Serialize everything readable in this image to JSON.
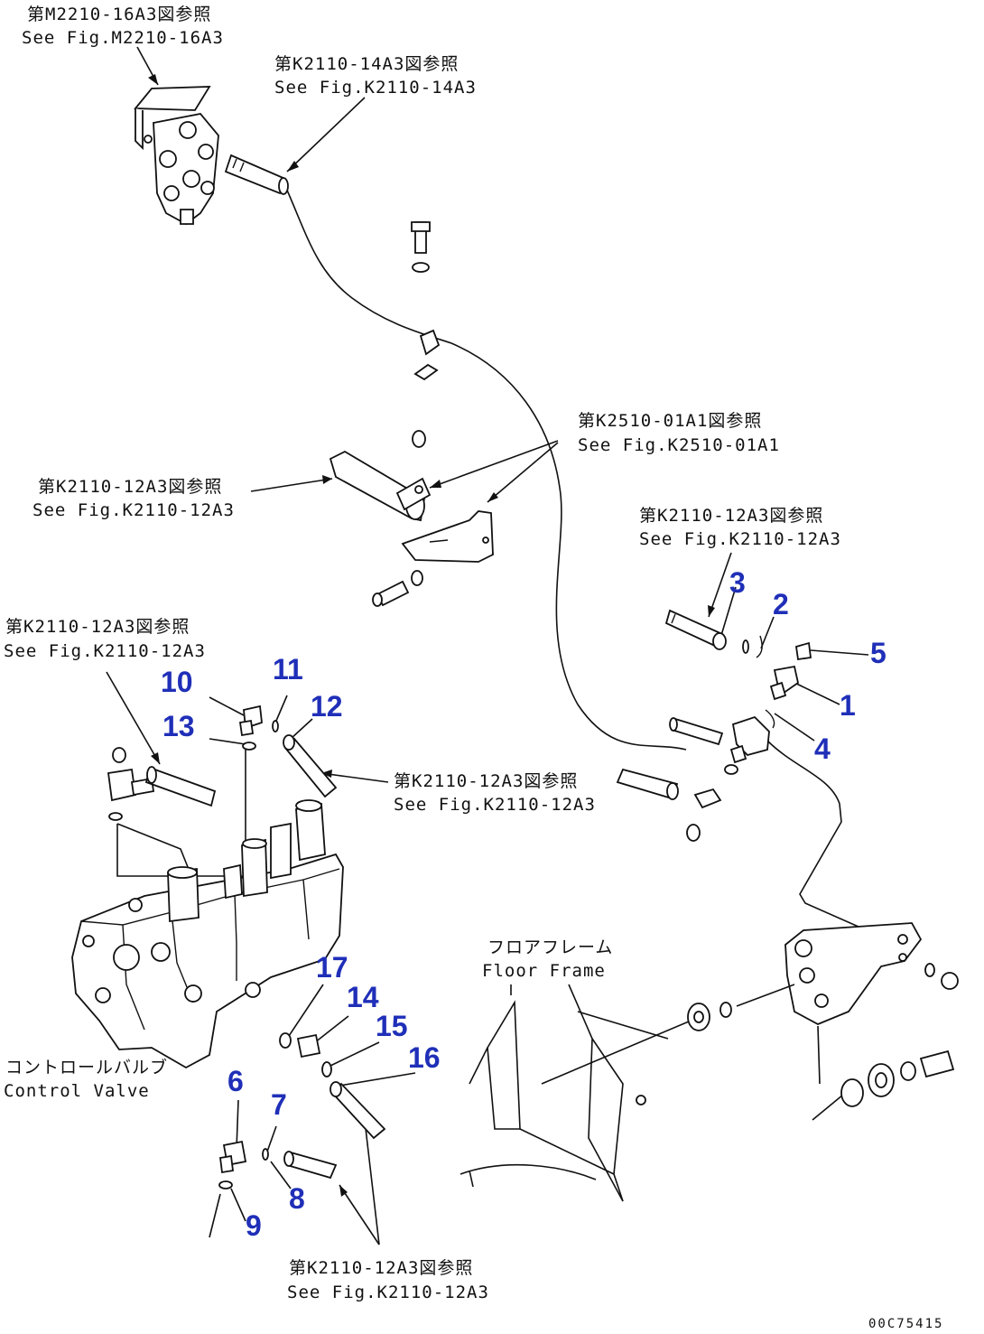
{
  "refs": {
    "m2210": {
      "jp": "第M2210-16A3図参照",
      "en": "See Fig.M2210-16A3"
    },
    "k2110_14a3": {
      "jp": "第K2110-14A3図参照",
      "en": "See Fig.K2110-14A3"
    },
    "k2510_01a1": {
      "jp": "第K2510-01A1図参照",
      "en": "See Fig.K2510-01A1"
    },
    "k2110_12a3_mid": {
      "jp": "第K2110-12A3図参照",
      "en": "See Fig.K2110-12A3"
    },
    "k2110_12a3_right": {
      "jp": "第K2110-12A3図参照",
      "en": "See Fig.K2110-12A3"
    },
    "k2110_12a3_left": {
      "jp": "第K2110-12A3図参照",
      "en": "See Fig.K2110-12A3"
    },
    "k2110_12a3_center": {
      "jp": "第K2110-12A3図参照",
      "en": "See Fig.K2110-12A3"
    },
    "k2110_12a3_bottom": {
      "jp": "第K2110-12A3図参照",
      "en": "See Fig.K2110-12A3"
    }
  },
  "names": {
    "floor_frame": {
      "jp": "フロアフレーム",
      "en": "Floor Frame"
    },
    "control_valve": {
      "jp": "コントロールバルブ",
      "en": "Control Valve"
    }
  },
  "parts": [
    "1",
    "2",
    "3",
    "4",
    "5",
    "6",
    "7",
    "8",
    "9",
    "10",
    "11",
    "12",
    "13",
    "14",
    "15",
    "16",
    "17"
  ],
  "code": "00C75415",
  "colors": {
    "number": "#1f2fb8",
    "line": "#111111"
  }
}
